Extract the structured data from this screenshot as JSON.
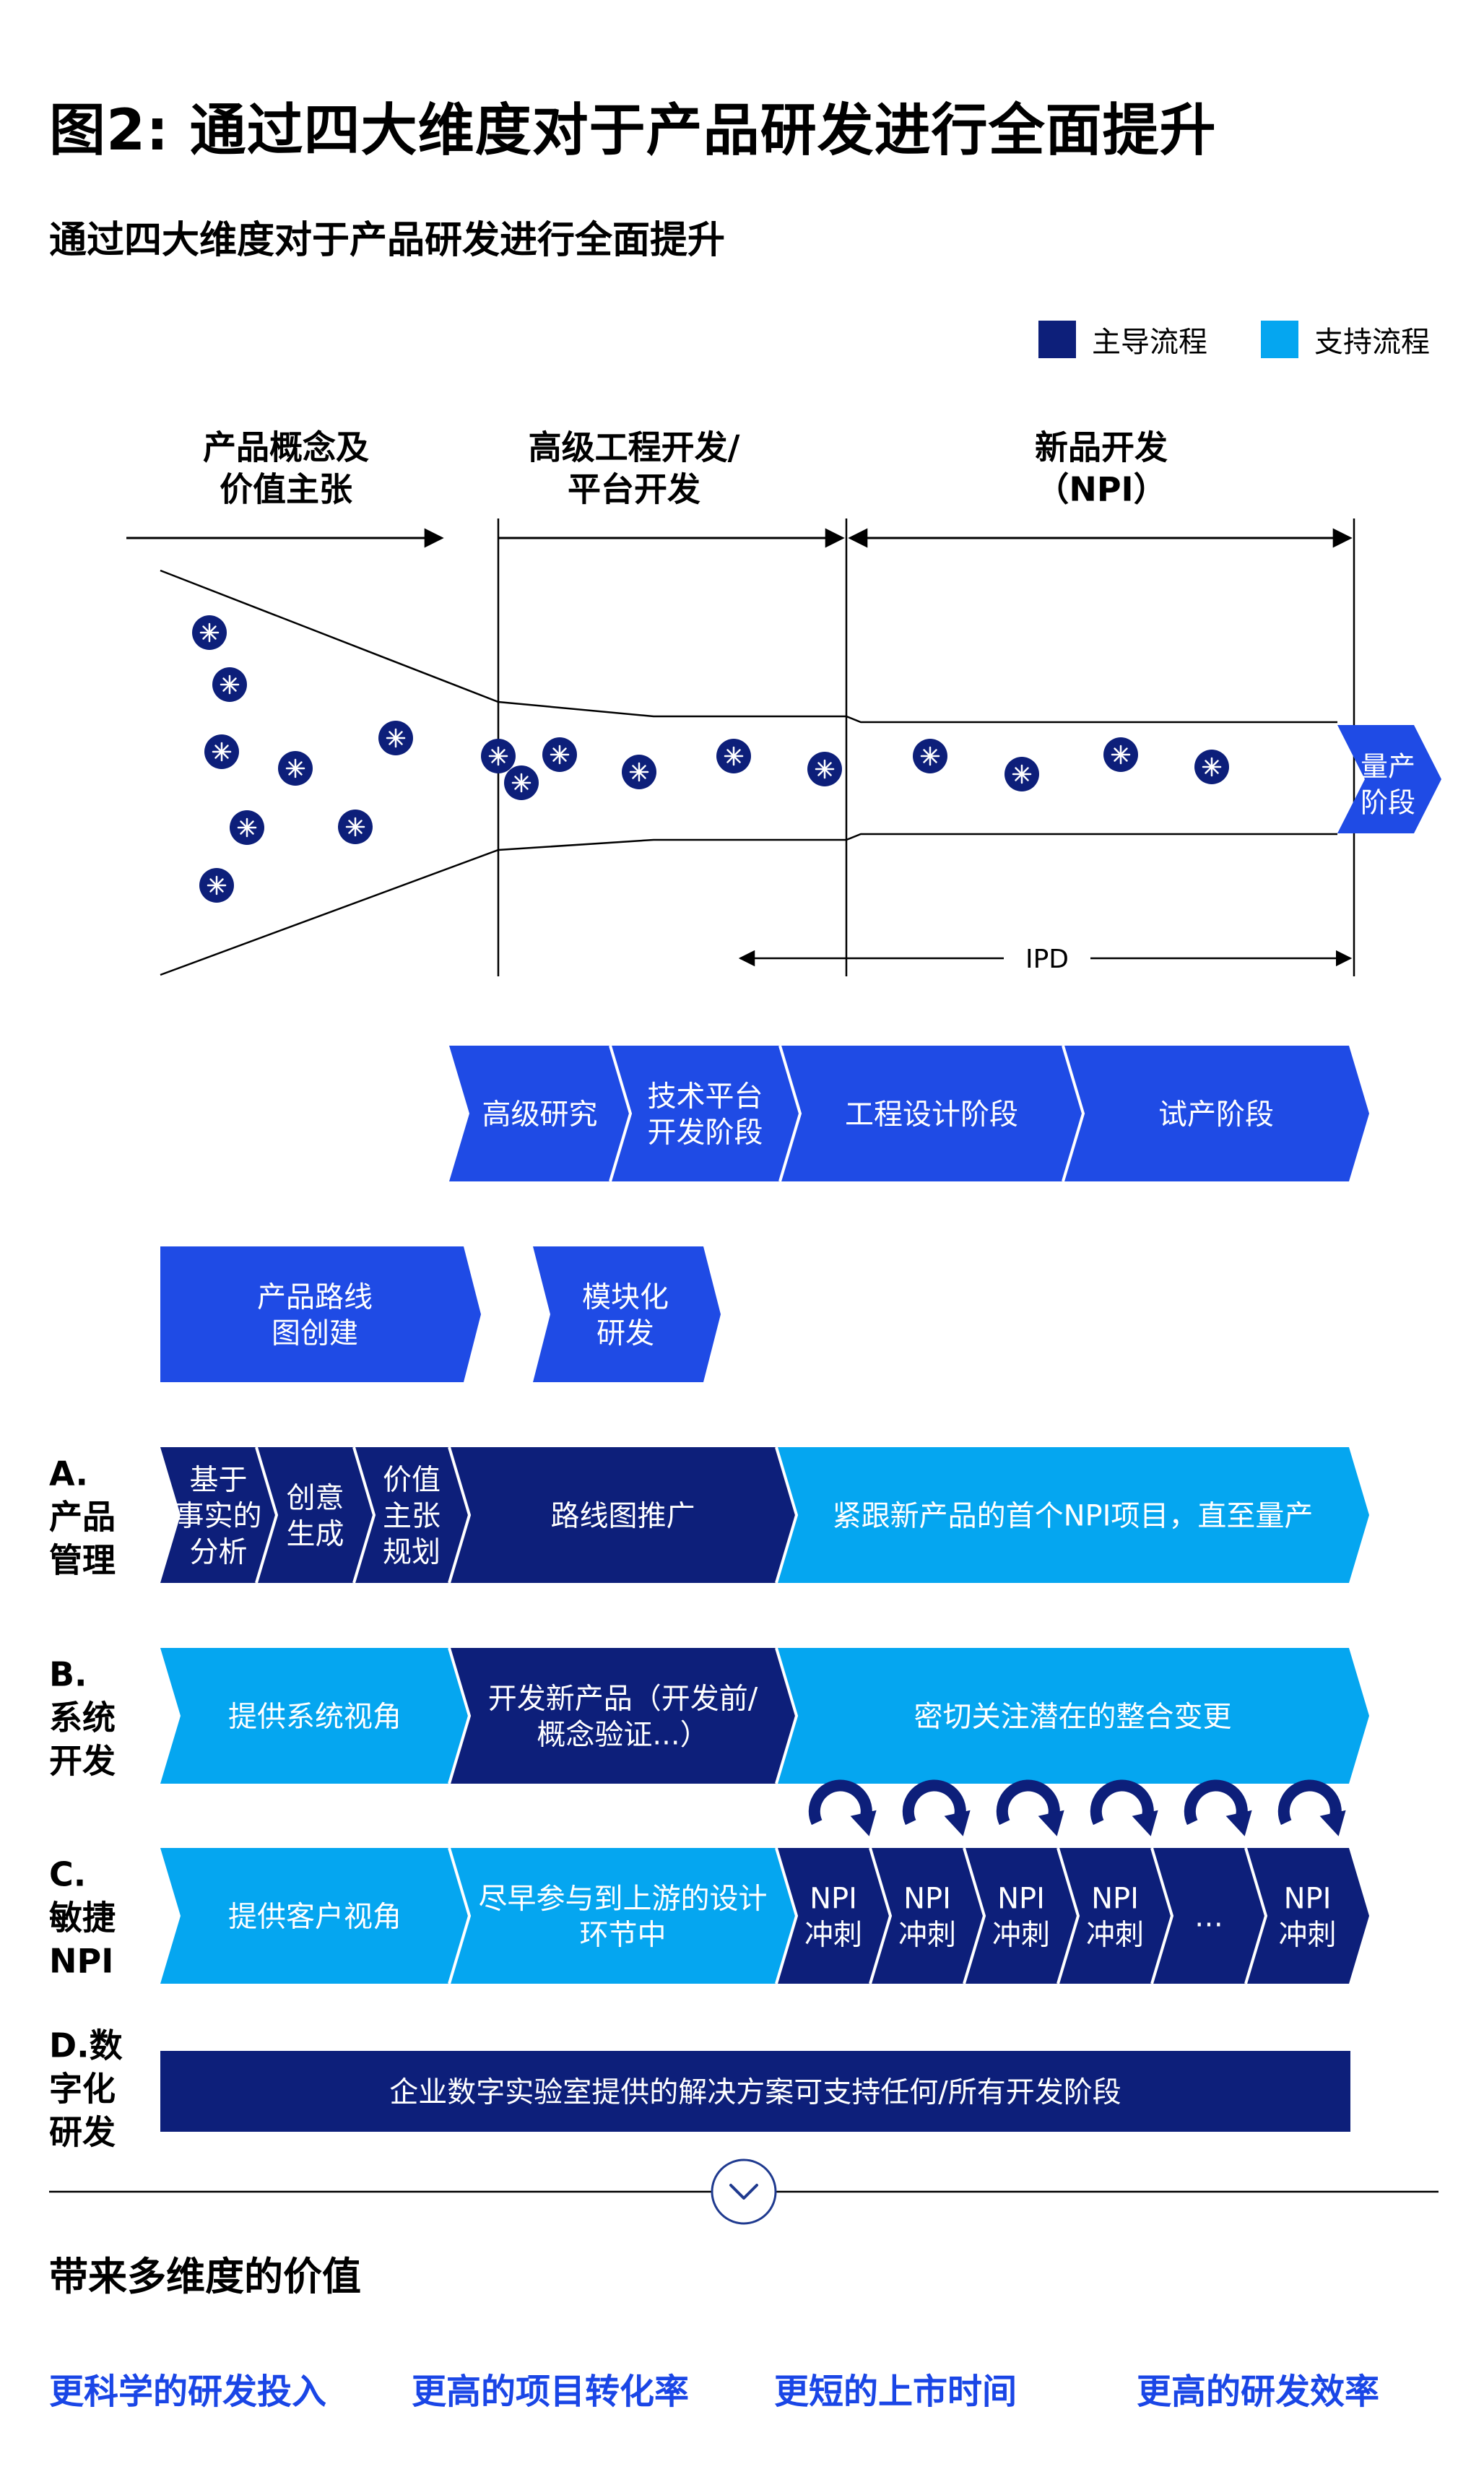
{
  "title": "图2: 通过四大维度对于产品研发进行全面提升",
  "subtitle": "通过四大维度对于产品研发进行全面提升",
  "legend": [
    {
      "label": "主导流程",
      "color": "#0d1f7a"
    },
    {
      "label": "支持流程",
      "color": "#05a6f0"
    }
  ],
  "colors": {
    "dark": "#0d1f7a",
    "light": "#05a6f0",
    "blue": "#1f4be5"
  },
  "phases": [
    {
      "lines": [
        "产品概念及",
        "价值主张"
      ]
    },
    {
      "lines": [
        "高级工程开发/",
        "平台开发"
      ]
    },
    {
      "lines": [
        "新品开发",
        "（NPI）"
      ]
    }
  ],
  "mass_production": [
    "量产",
    "阶段"
  ],
  "ipd_label": "IPD",
  "process_bar": [
    {
      "lines": [
        "高级研究"
      ]
    },
    {
      "lines": [
        "技术平台",
        "开发阶段"
      ]
    },
    {
      "lines": [
        "工程设计阶段"
      ]
    },
    {
      "lines": [
        "试产阶段"
      ]
    }
  ],
  "early_boxes": [
    {
      "lines": [
        "产品路线",
        "图创建"
      ]
    },
    {
      "lines": [
        "模块化",
        "研发"
      ]
    }
  ],
  "rows": [
    {
      "label": [
        "A.",
        "产品",
        "管理"
      ],
      "segments": [
        {
          "lines": [
            "基于",
            "事实的",
            "分析"
          ]
        },
        {
          "lines": [
            "创意",
            "生成"
          ]
        },
        {
          "lines": [
            "价值",
            "主张",
            "规划"
          ]
        },
        {
          "lines": [
            "路线图推广"
          ]
        },
        {
          "lines": [
            "紧跟新产品的首个NPI项目，直至量产"
          ]
        }
      ]
    },
    {
      "label": [
        "B.",
        "系统",
        "开发"
      ],
      "segments": [
        {
          "lines": [
            "提供系统视角"
          ]
        },
        {
          "lines": [
            "开发新产品（开发前/",
            "概念验证...）"
          ]
        },
        {
          "lines": [
            "密切关注潜在的整合变更"
          ]
        }
      ]
    },
    {
      "label": [
        "C.",
        "敏捷",
        "NPI"
      ],
      "segments": [
        {
          "lines": [
            "提供客户视角"
          ]
        },
        {
          "lines": [
            "尽早参与到上游的设计",
            "环节中"
          ]
        },
        {
          "lines": [
            "NPI",
            "冲刺"
          ]
        },
        {
          "lines": [
            "NPI",
            "冲刺"
          ]
        },
        {
          "lines": [
            "NPI",
            "冲刺"
          ]
        },
        {
          "lines": [
            "NPI",
            "冲刺"
          ]
        },
        {
          "lines": [
            "…"
          ]
        },
        {
          "lines": [
            "NPI",
            "冲刺"
          ]
        }
      ]
    },
    {
      "label": [
        "D.数",
        "字化",
        "研发"
      ],
      "segments": [
        {
          "lines": [
            "企业数字实验室提供的解决方案可支持任何/所有开发阶段"
          ]
        }
      ]
    }
  ],
  "value_section": {
    "title": "带来多维度的价值",
    "items": [
      "更科学的研发投入",
      "更高的项目转化率",
      "更短的上市时间",
      "更高的研发效率"
    ]
  }
}
